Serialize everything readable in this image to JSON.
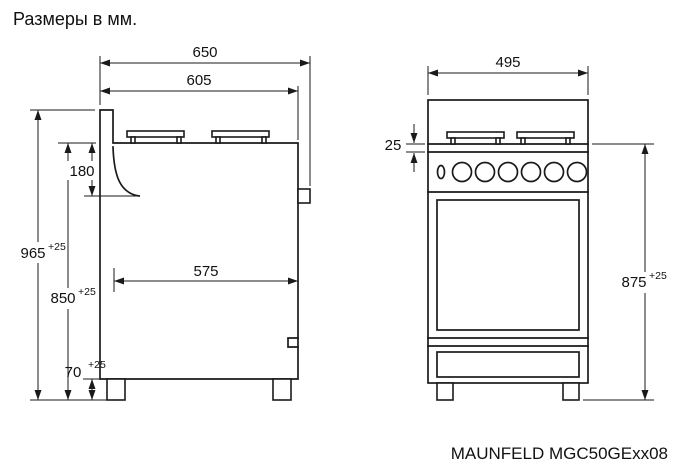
{
  "title": "Размеры в мм.",
  "model": "MAUNFELD MGC50GExx08",
  "side_view": {
    "depth_total": "650",
    "depth_body": "605",
    "panel_height": "180",
    "height_total": "965",
    "height_total_tol": "+25",
    "height_worktop": "850",
    "height_worktop_tol": "+25",
    "depth_door": "575",
    "leg_height": "70",
    "leg_height_tol": "+25"
  },
  "front_view": {
    "width": "495",
    "hob_edge_height": "25",
    "height_to_hob": "875",
    "height_to_hob_tol": "+25"
  }
}
